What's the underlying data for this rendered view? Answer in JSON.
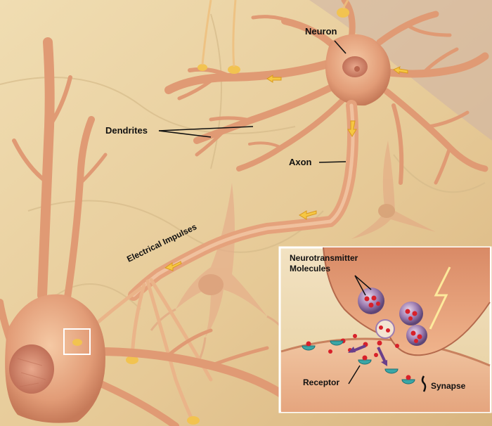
{
  "labels": {
    "neuron": "Neuron",
    "dendrites": "Dendrites",
    "axon": "Axon",
    "electrical_impulses": "Electrical Impulses",
    "neurotransmitter_line1": "Neurotransmitter",
    "neurotransmitter_line2": "Molecules",
    "receptor": "Receptor",
    "synapse": "Synapse"
  },
  "colors": {
    "background": "#e9d3a8",
    "cell": "#e6a47e",
    "cell_shadow": "#c97a5a",
    "impulse": "#f6c743",
    "vesicle": "#8a6a9a",
    "molecule": "#d8202a",
    "receptor": "#3aa6a6",
    "inset_border": "#ffffff"
  }
}
